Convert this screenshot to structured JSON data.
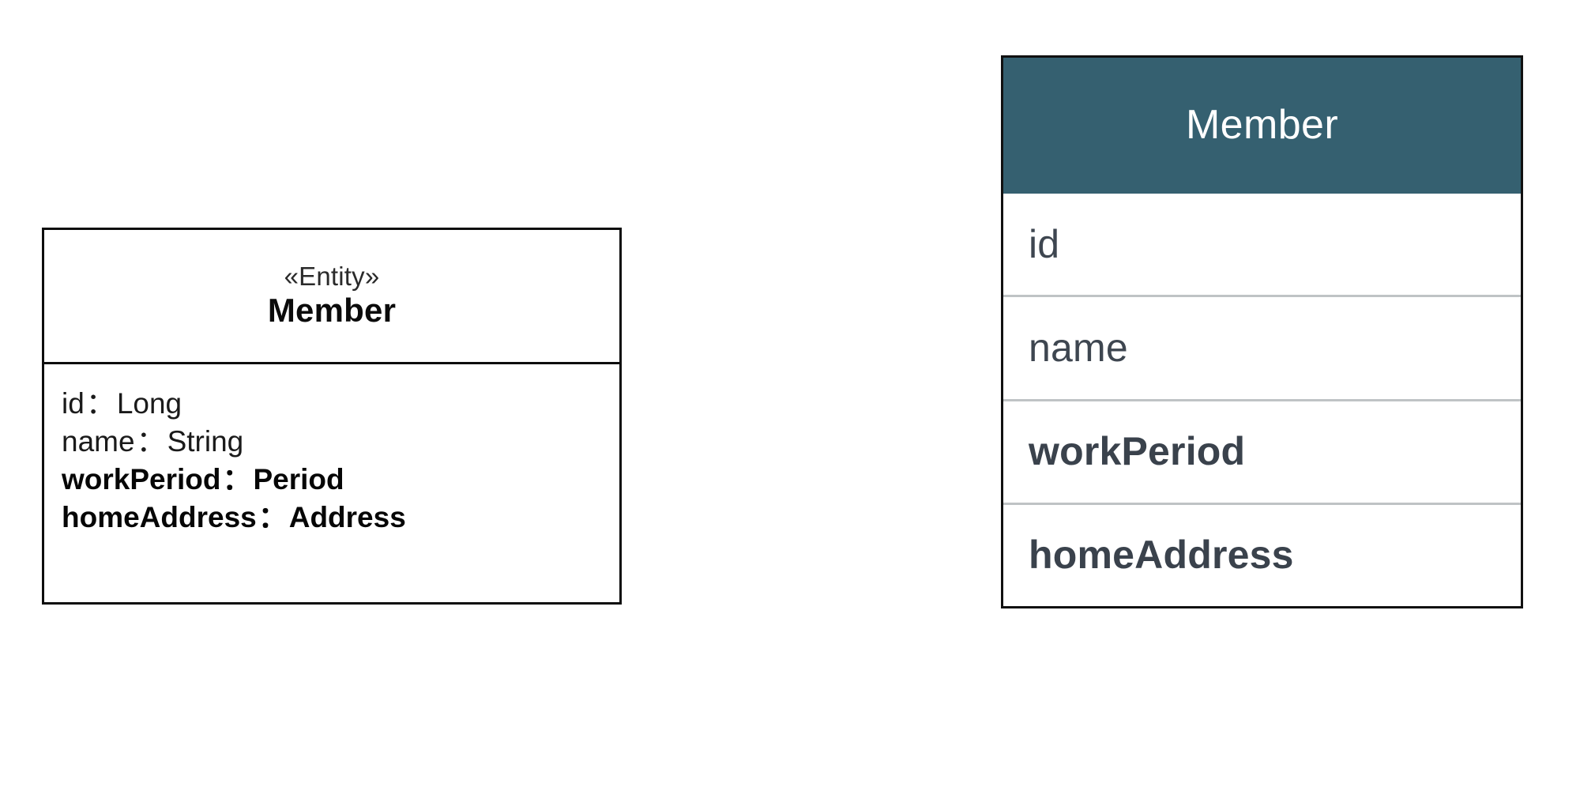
{
  "diagram": {
    "type": "uml-class-to-table-mapping",
    "uml_class": {
      "stereotype": "«Entity»",
      "class_name": "Member",
      "separator": "：",
      "attributes": [
        {
          "name": "id",
          "type": "Long",
          "emphasis": "regular"
        },
        {
          "name": "name",
          "type": "String",
          "emphasis": "regular"
        },
        {
          "name": "workPeriod",
          "type": "Period",
          "emphasis": "bold"
        },
        {
          "name": "homeAddress",
          "type": "Address",
          "emphasis": "bold"
        }
      ]
    },
    "table": {
      "title": "Member",
      "header_color": "#356070",
      "header_text_color": "#ffffff",
      "row_separator_color": "#bfc3c5",
      "row_text_color": "#3e4650",
      "rows": [
        {
          "label": "id",
          "emphasis": "regular"
        },
        {
          "label": "name",
          "emphasis": "regular"
        },
        {
          "label": "workPeriod",
          "emphasis": "bold"
        },
        {
          "label": "homeAddress",
          "emphasis": "bold"
        }
      ]
    }
  }
}
